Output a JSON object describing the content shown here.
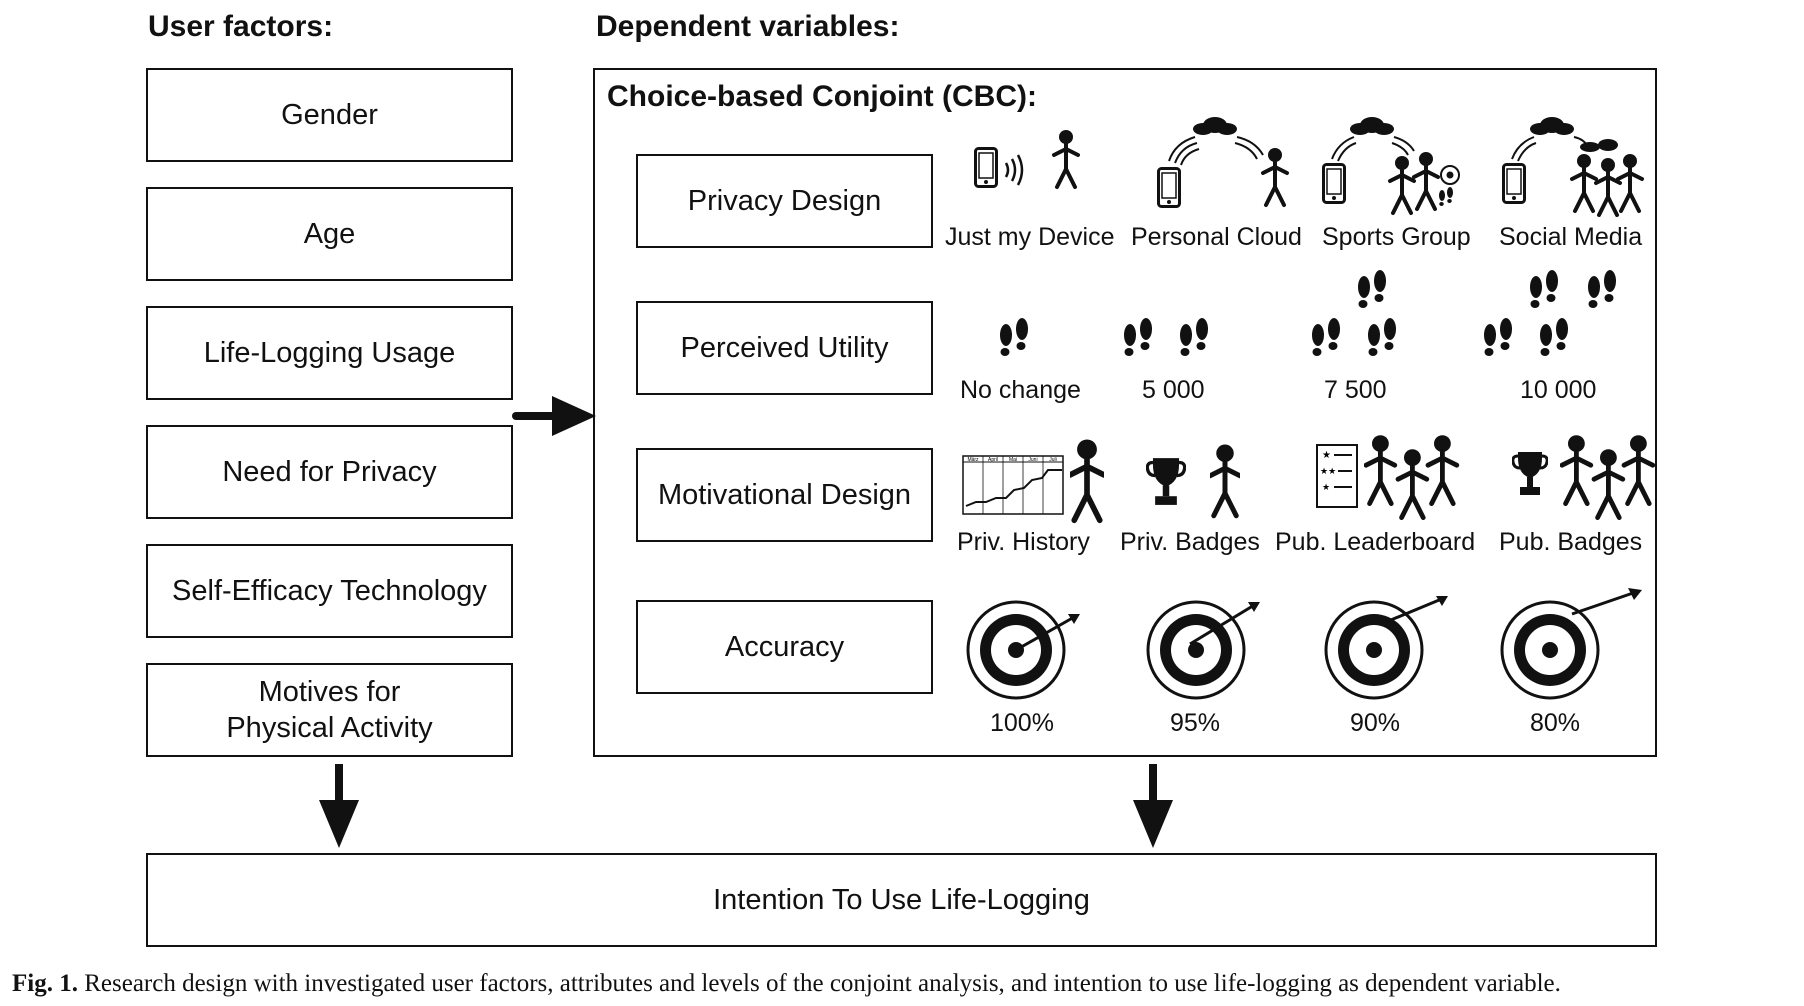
{
  "headings": {
    "user_factors": "User factors:",
    "dependent_variables": "Dependent variables:",
    "cbc": "Choice-based Conjoint (CBC):"
  },
  "user_factors": [
    {
      "label": "Gender"
    },
    {
      "label": "Age"
    },
    {
      "label": "Life-Logging Usage"
    },
    {
      "label": "Need for Privacy"
    },
    {
      "label": "Self-Efficacy Technology"
    },
    {
      "label_line1": "Motives for",
      "label_line2": "Physical Activity"
    }
  ],
  "attributes": [
    {
      "label": "Privacy Design",
      "levels": [
        "Just my Device",
        "Personal Cloud",
        "Sports Group",
        "Social Media"
      ]
    },
    {
      "label": "Perceived Utility",
      "levels": [
        "No change",
        "5 000",
        "7 500",
        "10 000"
      ]
    },
    {
      "label": "Motivational Design",
      "levels": [
        "Priv. History",
        "Priv. Badges",
        "Pub. Leaderboard",
        "Pub. Badges"
      ]
    },
    {
      "label": "Accuracy",
      "levels": [
        "100%",
        "95%",
        "90%",
        "80%"
      ]
    }
  ],
  "chart_months": [
    "März",
    "April",
    "Mai",
    "Juni",
    "Juli"
  ],
  "outcome": "Intention To Use Life-Logging",
  "caption": {
    "label": "Fig. 1.",
    "text": "Research design with investigated user factors, attributes and levels of the conjoint analysis, and intention to use life-logging as dependent variable."
  },
  "icons": [
    "smartphone-icon",
    "person-icon",
    "cloud-icon",
    "soccer-ball-icon",
    "footprints-icon",
    "line-chart-icon",
    "trophy-icon",
    "leaderboard-icon",
    "target-icon",
    "arrow-icon"
  ]
}
